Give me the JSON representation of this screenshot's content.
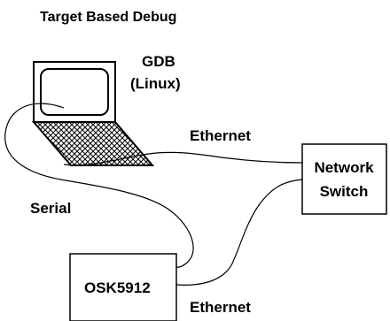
{
  "title": "Target Based Debug",
  "nodes": {
    "host": {
      "line1": "GDB",
      "line2": "(Linux)",
      "icon": "laptop-icon"
    },
    "switch": {
      "line1": "Network",
      "line2": "Switch"
    },
    "board": {
      "label": "OSK5912"
    }
  },
  "links": {
    "host_to_switch": "Ethernet",
    "host_to_board": "Serial",
    "board_to_switch": "Ethernet"
  },
  "colors": {
    "stroke": "#000000",
    "background": "#ffffff"
  }
}
